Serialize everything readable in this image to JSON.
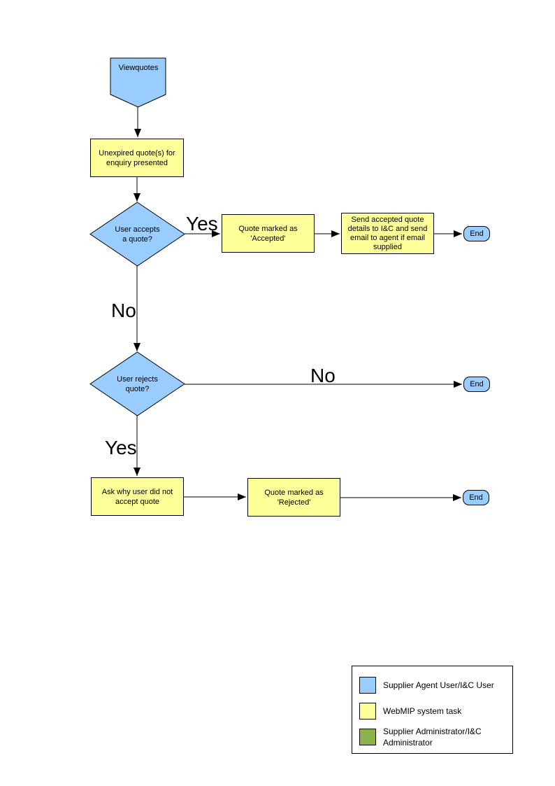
{
  "colors": {
    "actor_blue": "#99CCFF",
    "task_yellow": "#FFFF99",
    "admin_green": "#8CB44B",
    "line": "#000000"
  },
  "flow": {
    "start_label": "Viewquotes",
    "present_box": "Unexpired quote(s) for\nenquiry presented",
    "accept_decision": "User accepts\na quote?",
    "accept_yes_label": "Yes",
    "accept_no_label": "No",
    "accepted_box": "Quote  marked as\n'Accepted'",
    "send_box": "Send accepted quote\ndetails to I&C and send\nemail to agent if email\nsupplied",
    "end_accept": "End",
    "reject_decision": "User rejects\nquote?",
    "reject_no_label": "No",
    "end_reject_no": "End",
    "reject_yes_label": "Yes",
    "ask_box": "Ask why user did not\naccept quote",
    "rejected_box": "Quote  marked as\n'Rejected'",
    "end_rejected": "End"
  },
  "legend": {
    "items": [
      {
        "label": "Supplier Agent User/I&C User",
        "color": "#99CCFF"
      },
      {
        "label": "WebMIP system task",
        "color": "#FFFF99"
      },
      {
        "label": "Supplier Administrator/I&C Administrator",
        "color": "#8CB44B"
      }
    ]
  }
}
